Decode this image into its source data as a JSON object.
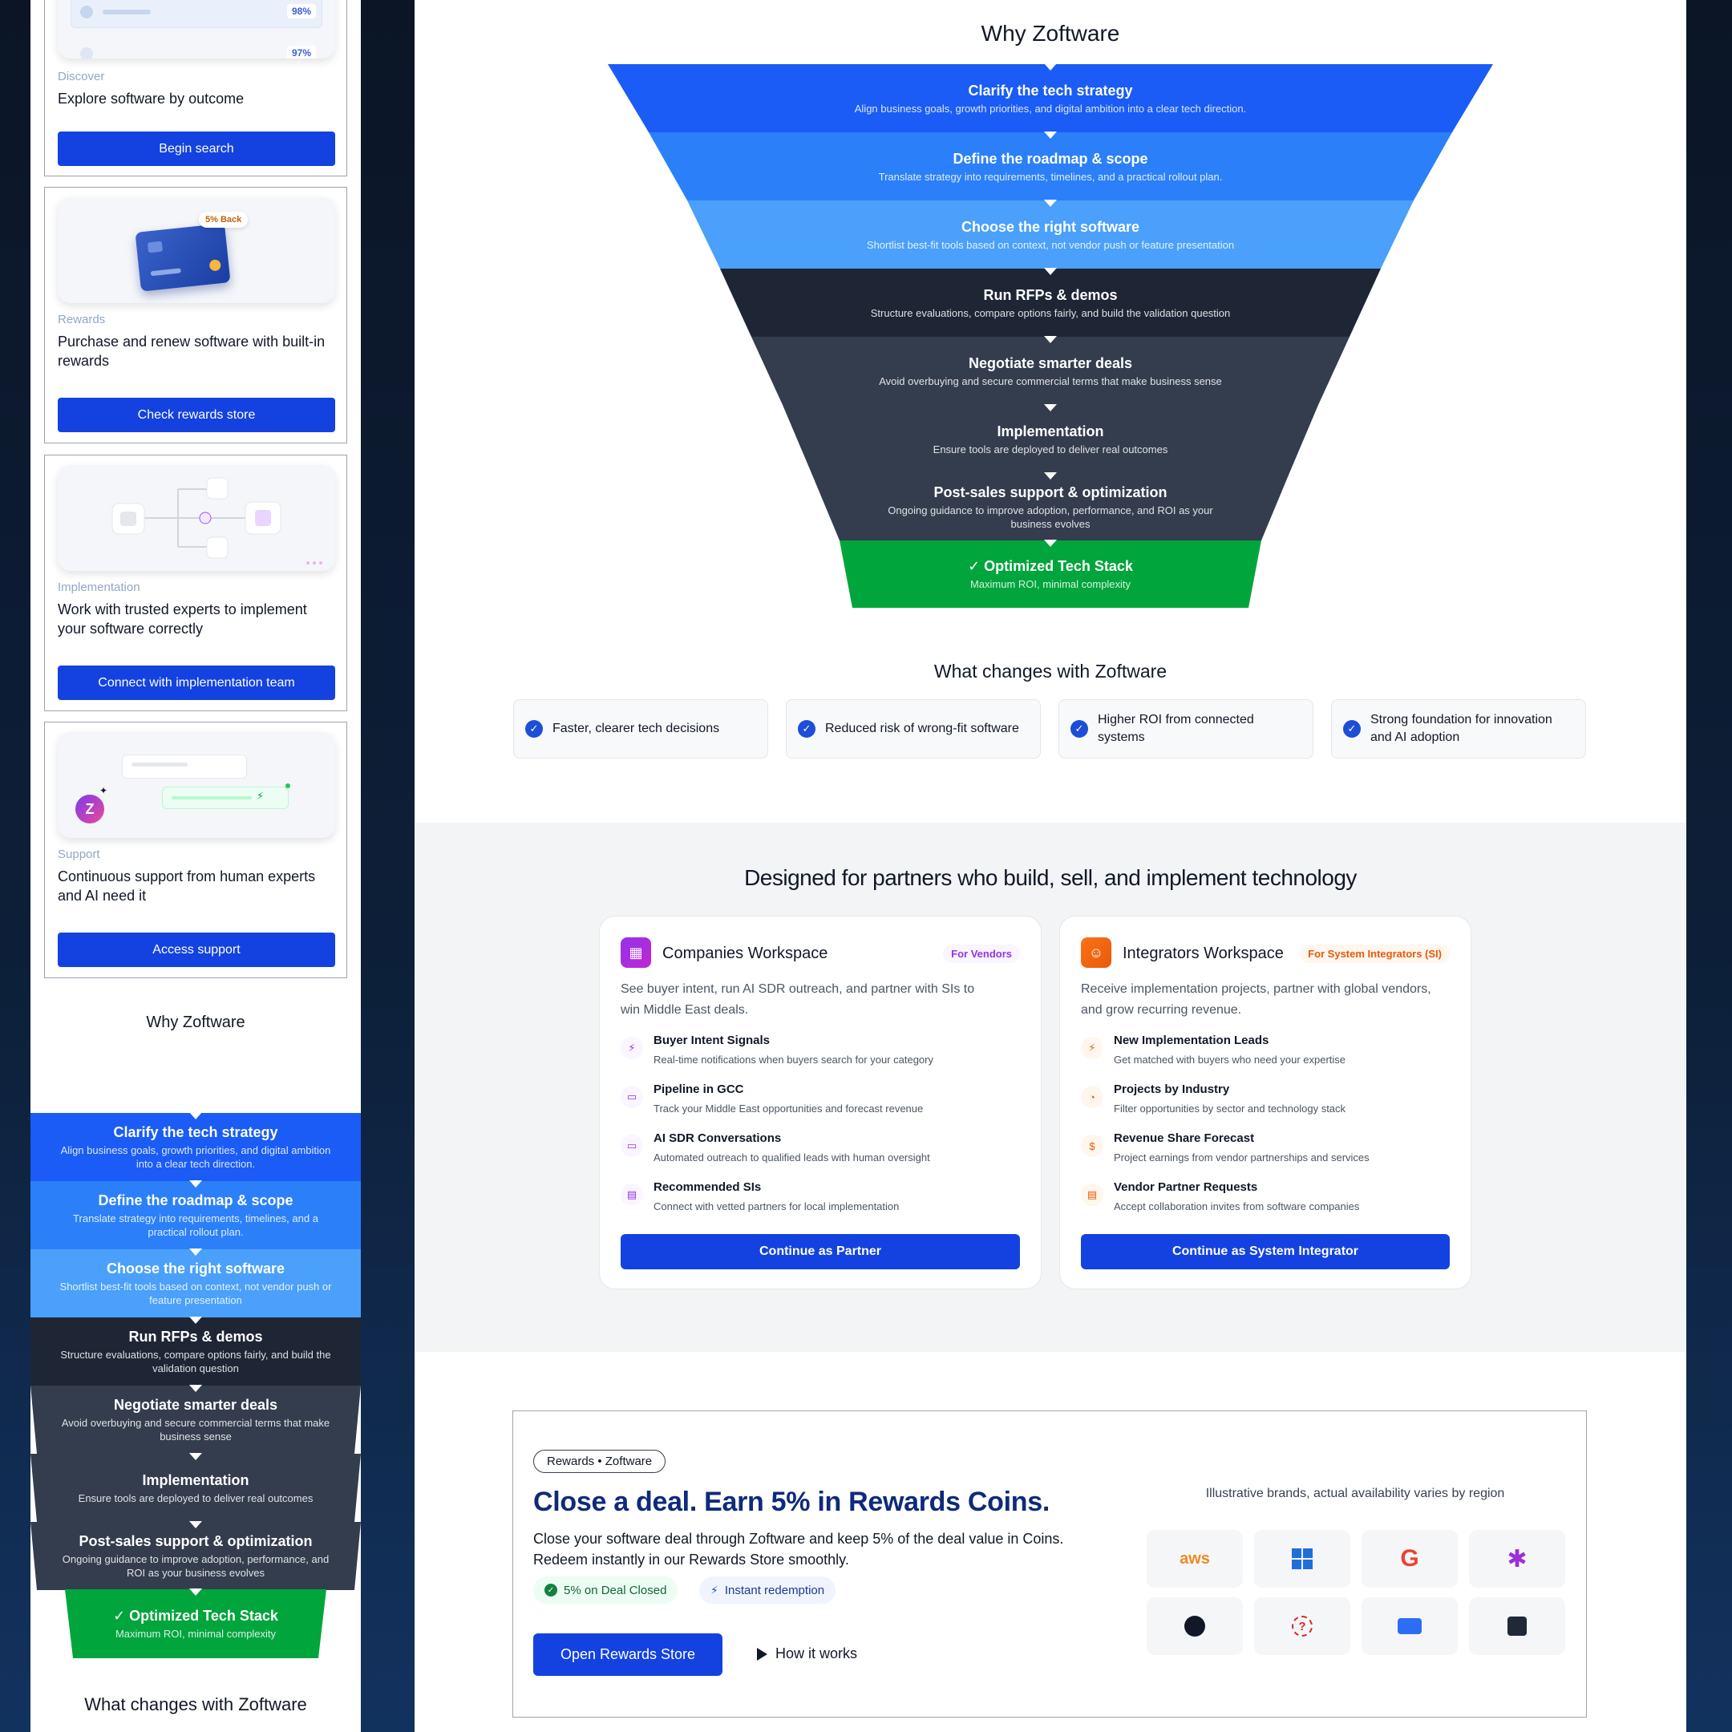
{
  "mobile": {
    "discover": {
      "pct1": "98%",
      "pct2": "97%",
      "category": "Discover",
      "description": "Explore software by outcome",
      "button": "Begin search"
    },
    "rewards": {
      "badge": "5% Back",
      "category": "Rewards",
      "description": "Purchase and renew software with built-in rewards",
      "button": "Check rewards store"
    },
    "implementation": {
      "category": "Implementation",
      "description": "Work with trusted experts to implement your software correctly",
      "button": "Connect with implementation team"
    },
    "support": {
      "category": "Support",
      "description": "Continuous support from human experts and AI need it",
      "button": "Access support"
    },
    "why_title": "Why Zoftware",
    "funnel": [
      {
        "title": "Clarify the tech strategy",
        "subtitle": "Align business goals, growth priorities, and digital ambition into a clear tech direction."
      },
      {
        "title": "Define the roadmap & scope",
        "subtitle": "Translate strategy into requirements, timelines, and a practical rollout plan."
      },
      {
        "title": "Choose the right software",
        "subtitle": "Shortlist best-fit tools based on context, not vendor push or feature presentation"
      },
      {
        "title": "Run RFPs & demos",
        "subtitle": "Structure evaluations, compare options fairly, and build the validation question"
      },
      {
        "title": "Negotiate smarter deals",
        "subtitle": "Avoid overbuying and secure commercial terms that make business sense"
      },
      {
        "title": "Implementation",
        "subtitle": "Ensure tools are deployed to deliver real outcomes"
      },
      {
        "title": "Post-sales support & optimization",
        "subtitle": "Ongoing guidance to improve adoption, performance, and ROI as your business evolves"
      },
      {
        "title": "✓ Optimized Tech Stack",
        "subtitle": "Maximum ROI, minimal complexity"
      }
    ],
    "changes_title": "What changes with Zoftware"
  },
  "page": {
    "why_title": "Why Zoftware",
    "funnel": [
      {
        "title": "Clarify the tech strategy",
        "subtitle": "Align business goals, growth priorities, and digital ambition into a clear tech direction."
      },
      {
        "title": "Define the roadmap & scope",
        "subtitle": "Translate strategy into requirements, timelines, and a practical rollout plan."
      },
      {
        "title": "Choose the right software",
        "subtitle": "Shortlist best-fit tools based on context, not vendor push or feature presentation"
      },
      {
        "title": "Run RFPs & demos",
        "subtitle": "Structure evaluations, compare options fairly, and build the validation question"
      },
      {
        "title": "Negotiate smarter deals",
        "subtitle": "Avoid overbuying and secure commercial terms that make business sense"
      },
      {
        "title": "Implementation",
        "subtitle": "Ensure tools are deployed to deliver real outcomes"
      },
      {
        "title": "Post-sales support & optimization",
        "subtitle": "Ongoing guidance to improve adoption, performance, and ROI as your business evolves"
      },
      {
        "title": "✓ Optimized Tech Stack",
        "subtitle": "Maximum ROI, minimal complexity"
      }
    ],
    "changes_title": "What changes with Zoftware",
    "benefits": [
      "Faster, clearer tech decisions",
      "Reduced risk of wrong-fit software",
      "Higher ROI from connected systems",
      "Strong foundation for innovation and AI adoption"
    ],
    "partners": {
      "title": "Designed for partners who build, sell, and implement technology",
      "companies": {
        "title": "Companies Workspace",
        "tag": "For Vendors",
        "description": "See buyer intent, run AI SDR outreach, and partner with SIs to win Middle East deals.",
        "features": [
          {
            "title": "Buyer Intent Signals",
            "desc": "Real-time notifications when buyers search for your category"
          },
          {
            "title": "Pipeline in GCC",
            "desc": "Track your Middle East opportunities and forecast revenue"
          },
          {
            "title": "AI SDR Conversations",
            "desc": "Automated outreach to qualified leads with human oversight"
          },
          {
            "title": "Recommended SIs",
            "desc": "Connect with vetted partners for local implementation"
          }
        ],
        "button": "Continue as Partner"
      },
      "integrators": {
        "title": "Integrators Workspace",
        "tag": "For System Integrators (SI)",
        "description": "Receive implementation projects, partner with global vendors, and grow recurring revenue.",
        "features": [
          {
            "title": "New Implementation Leads",
            "desc": "Get matched with buyers who need your expertise"
          },
          {
            "title": "Projects by Industry",
            "desc": "Filter opportunities by sector and technology stack"
          },
          {
            "title": "Revenue Share Forecast",
            "desc": "Project earnings from vendor partnerships and services"
          },
          {
            "title": "Vendor Partner Requests",
            "desc": "Accept collaboration invites from software companies"
          }
        ],
        "button": "Continue as System Integrator"
      }
    },
    "rewards": {
      "pill": "Rewards • Zoftware",
      "headline": "Close a deal. Earn 5% in Rewards Coins.",
      "body": "Close your software deal through Zoftware and keep 5% of the deal value in Coins. Redeem instantly in our Rewards Store smoothly.",
      "chip1": "5% on Deal Closed",
      "chip2": "Instant redemption",
      "cta": "Open Rewards Store",
      "secondary": "How it works",
      "brands_note": "Illustrative brands, actual availability varies by region",
      "aws": "aws"
    }
  },
  "colors": {
    "primary": "#1442e0",
    "funnel_blue_1": "#1a5cf5",
    "funnel_blue_2": "#2b80fa",
    "funnel_blue_3": "#4aa0fb",
    "funnel_dark_1": "#1e2636",
    "funnel_dark_2": "#333d4e",
    "funnel_green": "#00a53c"
  },
  "icons": {
    "check": "check-circle-icon",
    "companies": "building-icon",
    "integrators": "users-icon",
    "play": "play-icon",
    "zap": "lightning-icon"
  }
}
